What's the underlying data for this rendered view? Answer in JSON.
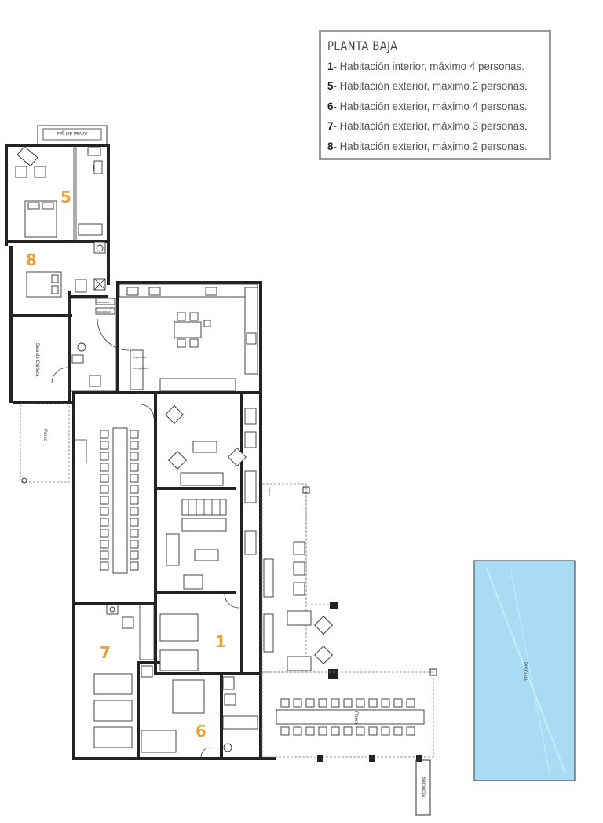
{
  "legend": {
    "title": "PLANTA BAJA",
    "items": [
      {
        "num": "1",
        "text": "- Habitación interior, máximo 4 personas."
      },
      {
        "num": "5",
        "text": "- Habitación exterior, máximo 2 personas."
      },
      {
        "num": "6",
        "text": "- Habitación exterior, máximo 4 personas."
      },
      {
        "num": "7",
        "text": "- Habitación exterior, máximo 3 personas."
      },
      {
        "num": "8",
        "text": "- Habitación exterior, máximo 2 personas."
      }
    ]
  },
  "rooms": {
    "r1": "1",
    "r5": "5",
    "r6": "6",
    "r7": "7",
    "r8": "8"
  },
  "labels": {
    "gas": "Armari del gas",
    "caldera": "Sala de Caldera",
    "porxo_left": "Porxo",
    "porxo_bottom": "Porxo",
    "piscina": "PISCINA",
    "barbacoa": "Barbacoa",
    "frigorifico": "frigorífico",
    "congelador": "congelador",
    "lavadora": "lavadora",
    "secadora": "secadora",
    "banco": "banco"
  },
  "colors": {
    "accent": "#e6a236",
    "pool": "#a9dcf4"
  }
}
